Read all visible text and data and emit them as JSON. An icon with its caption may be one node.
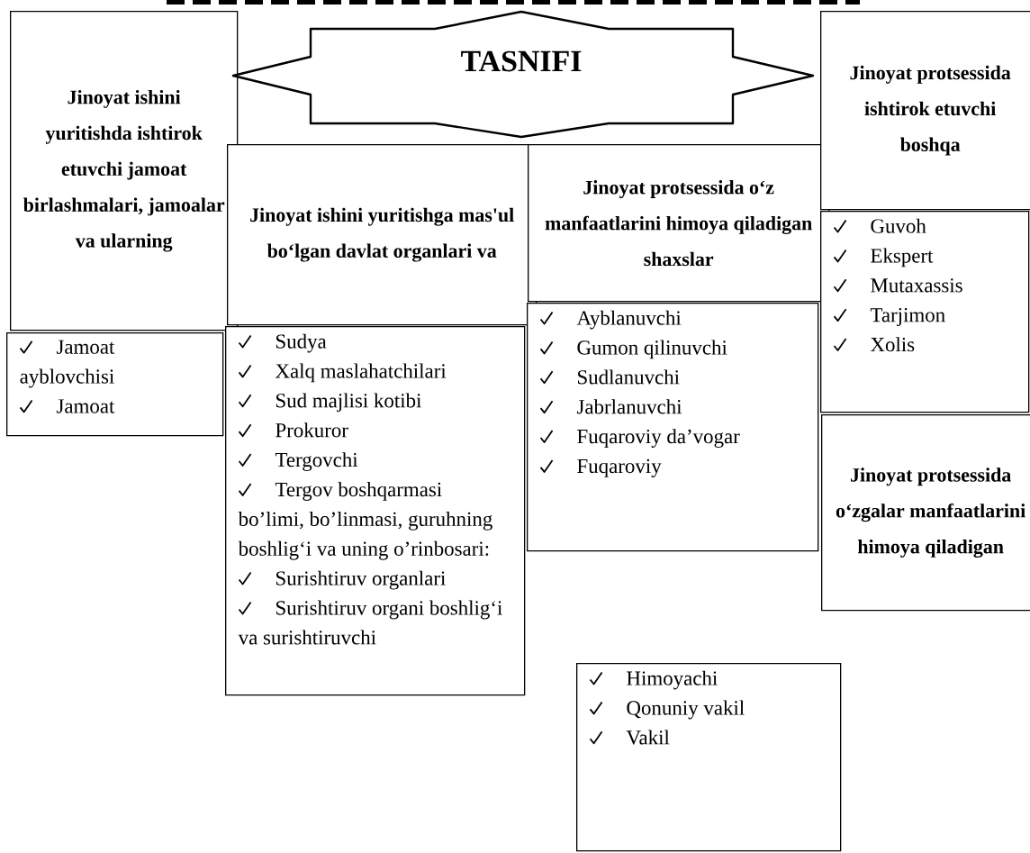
{
  "diagram": {
    "nodes": [
      {
        "text": [
          "TASNIFI"
        ]
      },
      {
        "text": [
          "Jinoyat ishini yuritishda ishtirok etuvchi jamoat birlashmalari, jamoalar va ularning"
        ]
      },
      {
        "text": [
          "Jinoyat ishini yuritishga mas'ul bo‘lgan davlat organlari va"
        ]
      },
      {
        "text": [
          "Jinoyat protsessida o‘z manfaatlarini himoya qiladigan shaxslar"
        ]
      },
      {
        "text": [
          "Jinoyat protsessida ishtirok etuvchi boshqa"
        ]
      },
      {
        "text": [
          "Jamoat ayblovchisi",
          "Jamoat"
        ]
      },
      {
        "text": [
          "Sudya",
          "Xalq maslahatchilari",
          "Sud majlisi kotibi",
          "Prokuror",
          "Tergovchi",
          "Tergov boshqarmasi bo’limi, bo’linmasi, guruhning boshlig‘i va uning o’rinbosari:",
          "Surishtiruv organlari",
          "Surishtiruv organi boshlig‘i va surishtiruvchi"
        ]
      },
      {
        "text": [
          "Ayblanuvchi",
          "Gumon qilinuvchi",
          "Sudlanuvchi",
          "Jabrlanuvchi",
          "Fuqaroviy da’vogar",
          "Fuqaroviy"
        ]
      },
      {
        "text": [
          "Guvoh",
          "Ekspert",
          "Mutaxassis",
          "Tarjimon",
          "Xolis"
        ]
      },
      {
        "text": [
          "Jinoyat protsessida o‘zgalar manfaatlarini himoya qiladigan"
        ]
      },
      {
        "text": [
          "Himoyachi",
          "Qonuniy vakil",
          "Vakil"
        ]
      }
    ]
  }
}
